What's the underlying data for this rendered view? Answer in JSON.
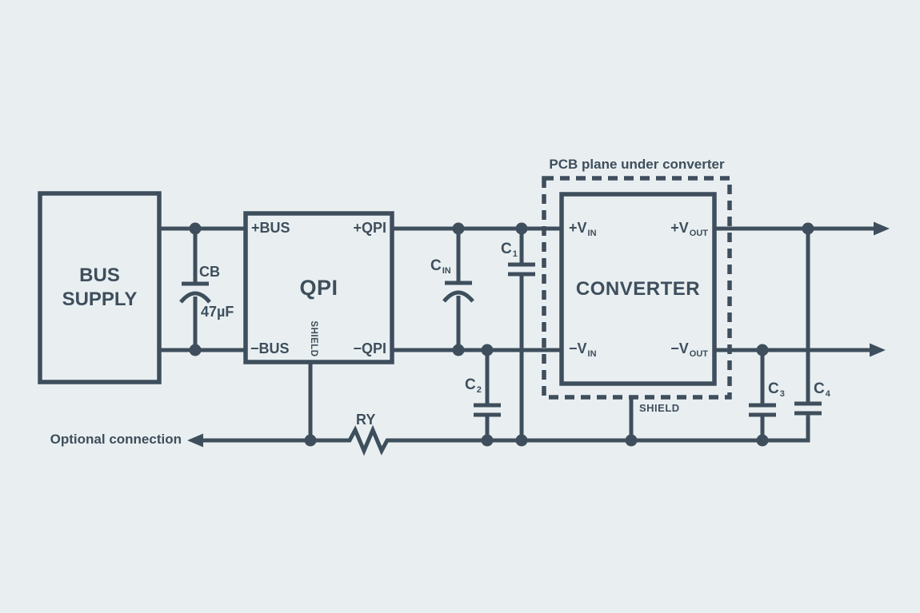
{
  "colors": {
    "background": "#e9eff1",
    "line": "#3e4e5c"
  },
  "blocks": {
    "bus_supply": {
      "line1": "BUS",
      "line2": "SUPPLY"
    },
    "qpi": {
      "title": "QPI",
      "pin_pos_in": "+BUS",
      "pin_pos_out": "+QPI",
      "pin_neg_in": "−BUS",
      "pin_neg_out": "−QPI",
      "pin_shield": "SHIELD"
    },
    "converter": {
      "title": "CONVERTER",
      "pin_pos_in_main": "+V",
      "pin_pos_in_sub": "IN",
      "pin_pos_out_main": "+V",
      "pin_pos_out_sub": "OUT",
      "pin_neg_in_main": "−V",
      "pin_neg_in_sub": "IN",
      "pin_neg_out_main": "−V",
      "pin_neg_out_sub": "OUT"
    }
  },
  "components": {
    "cb": {
      "label": "CB",
      "value": "47µF"
    },
    "cin": {
      "base": "C",
      "sub": "IN"
    },
    "c1": {
      "base": "C",
      "sub": "1"
    },
    "c2": {
      "base": "C",
      "sub": "2"
    },
    "c3": {
      "base": "C",
      "sub": "3"
    },
    "c4": {
      "base": "C",
      "sub": "4"
    },
    "ry": {
      "label": "RY"
    }
  },
  "annotations": {
    "pcb_plane": "PCB plane under converter",
    "shield": "SHIELD",
    "optional_connection": "Optional connection"
  }
}
